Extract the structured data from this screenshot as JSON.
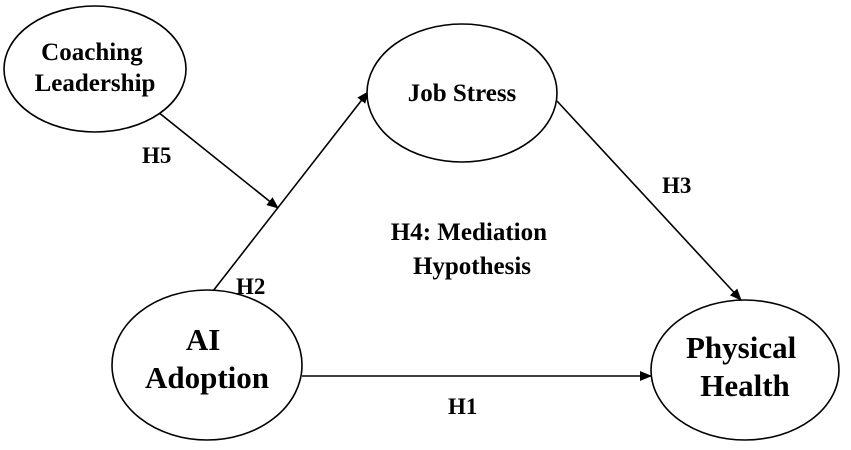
{
  "nodes": {
    "coaching_leadership": {
      "lines": [
        "Coaching",
        "Leadership"
      ]
    },
    "job_stress": {
      "lines": [
        "Job Stress"
      ]
    },
    "ai_adoption": {
      "lines": [
        "AI",
        "Adoption"
      ]
    },
    "physical_health": {
      "lines": [
        "Physical",
        "Health"
      ]
    }
  },
  "edges": {
    "h1": {
      "label": "H1",
      "from": "AI Adoption",
      "to": "Physical Health"
    },
    "h2": {
      "label": "H2",
      "from": "AI Adoption",
      "to": "Job Stress"
    },
    "h3": {
      "label": "H3",
      "from": "Job Stress",
      "to": "Physical Health"
    },
    "h5": {
      "label": "H5",
      "from": "Coaching Leadership",
      "to": "H2 path"
    }
  },
  "mediation": {
    "lines": [
      "H4: Mediation",
      "Hypothesis"
    ]
  }
}
